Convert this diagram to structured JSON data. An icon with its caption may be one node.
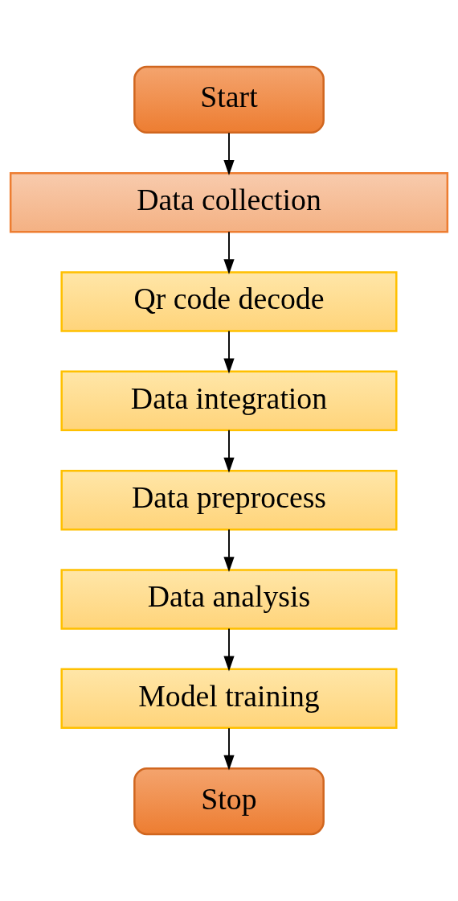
{
  "diagram": {
    "nodes": [
      {
        "text": [
          "Start"
        ]
      },
      {
        "text": [
          "Data collection"
        ]
      },
      {
        "text": [
          "Qr code decode"
        ]
      },
      {
        "text": [
          "Data integration"
        ]
      },
      {
        "text": [
          "Data preprocess"
        ]
      },
      {
        "text": [
          "Data analysis"
        ]
      },
      {
        "text": [
          "Model training"
        ]
      },
      {
        "text": [
          "Stop"
        ]
      }
    ],
    "edges": [
      {
        "from": 0,
        "to": 1,
        "arrow": "to"
      },
      {
        "from": 1,
        "to": 2,
        "arrow": "to"
      },
      {
        "from": 2,
        "to": 3,
        "arrow": "to"
      },
      {
        "from": 3,
        "to": 4,
        "arrow": "to"
      },
      {
        "from": 4,
        "to": 5,
        "arrow": "to"
      },
      {
        "from": 5,
        "to": 6,
        "arrow": "to"
      },
      {
        "from": 6,
        "to": 7,
        "arrow": "to"
      }
    ]
  }
}
